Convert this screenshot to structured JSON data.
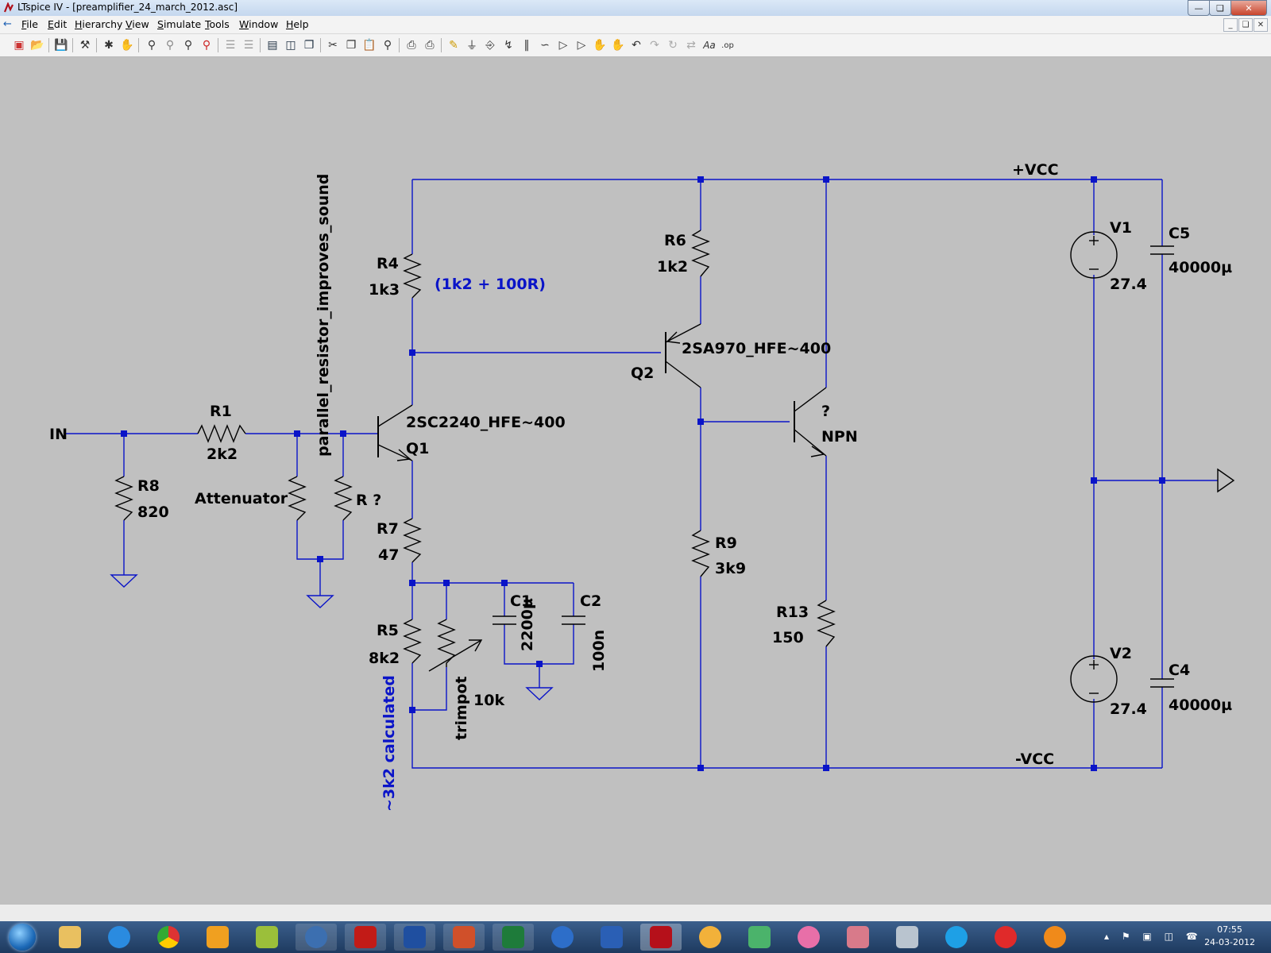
{
  "window": {
    "title": "LTspice IV - [preamplifier_24_march_2012.asc]"
  },
  "menu": [
    "File",
    "Edit",
    "Hierarchy",
    "View",
    "Simulate",
    "Tools",
    "Window",
    "Help"
  ],
  "toolbar_icons": [
    "new-schematic-icon",
    "open-icon",
    "save-icon",
    "control-panel-icon",
    "run-icon",
    "halt-icon",
    "zoom-in-icon",
    "pan-icon",
    "zoom-out-icon",
    "zoom-cancel-icon",
    "autorange-icon",
    "tile-horizontal-icon",
    "tile-vertical-icon",
    "cascade-icon",
    "close-window-icon",
    "cut-icon",
    "copy-icon",
    "paste-icon",
    "find-icon",
    "print-setup-icon",
    "print-icon",
    "wire-icon",
    "ground-icon",
    "label-net-icon",
    "resistor-icon",
    "capacitor-icon",
    "inductor-icon",
    "diode-icon",
    "component-icon",
    "move-icon",
    "drag-icon",
    "undo-icon",
    "redo-icon",
    "rotate-icon",
    "mirror-icon",
    "text-icon",
    "spice-directive-icon"
  ],
  "schematic": {
    "net_labels": {
      "in": "IN",
      "vcc_pos": "+VCC",
      "vcc_neg": "-VCC"
    },
    "components": {
      "r1": {
        "name": "R1",
        "value": "2k2"
      },
      "r8": {
        "name": "R8",
        "value": "820"
      },
      "attenuator": {
        "name": "Attenuator"
      },
      "r_unknown": {
        "name": "R ?"
      },
      "parallel_note": "parallel_resistor_improves_sound",
      "r4": {
        "name": "R4",
        "value": "1k3"
      },
      "r4_note": "(1k2 + 100R)",
      "q1": {
        "name": "Q1",
        "model": "2SC2240_HFE~400"
      },
      "r7": {
        "name": "R7",
        "value": "47"
      },
      "r5": {
        "name": "R5",
        "value": "8k2"
      },
      "r5_note": "~3k2 calculated",
      "trimpot": {
        "name": "trimpot",
        "value": "10k"
      },
      "c1": {
        "name": "C1",
        "value": "2200µ"
      },
      "c2": {
        "name": "C2",
        "value": "100n"
      },
      "r6": {
        "name": "R6",
        "value": "1k2"
      },
      "q2": {
        "name": "Q2",
        "model": "2SA970_HFE~400"
      },
      "r9": {
        "name": "R9",
        "value": "3k9"
      },
      "q3": {
        "name": "?",
        "model": "NPN"
      },
      "r13": {
        "name": "R13",
        "value": "150"
      },
      "v1": {
        "name": "V1",
        "value": "27.4"
      },
      "v2": {
        "name": "V2",
        "value": "27.4"
      },
      "c5": {
        "name": "C5",
        "value": "40000µ"
      },
      "c4": {
        "name": "C4",
        "value": "40000µ"
      }
    }
  },
  "taskbar": {
    "apps": [
      "explorer",
      "internet-explorer",
      "chrome",
      "media-player",
      "app-green",
      "thunderbird",
      "acrobat",
      "word",
      "powerpoint",
      "excel",
      "google-earth",
      "word-b",
      "ltspice",
      "flower-app",
      "pen-app",
      "lotus-app",
      "paper-app",
      "calculator",
      "skype",
      "heart-monitor",
      "orange-app"
    ],
    "time": "07:55",
    "date": "24-03-2012"
  }
}
